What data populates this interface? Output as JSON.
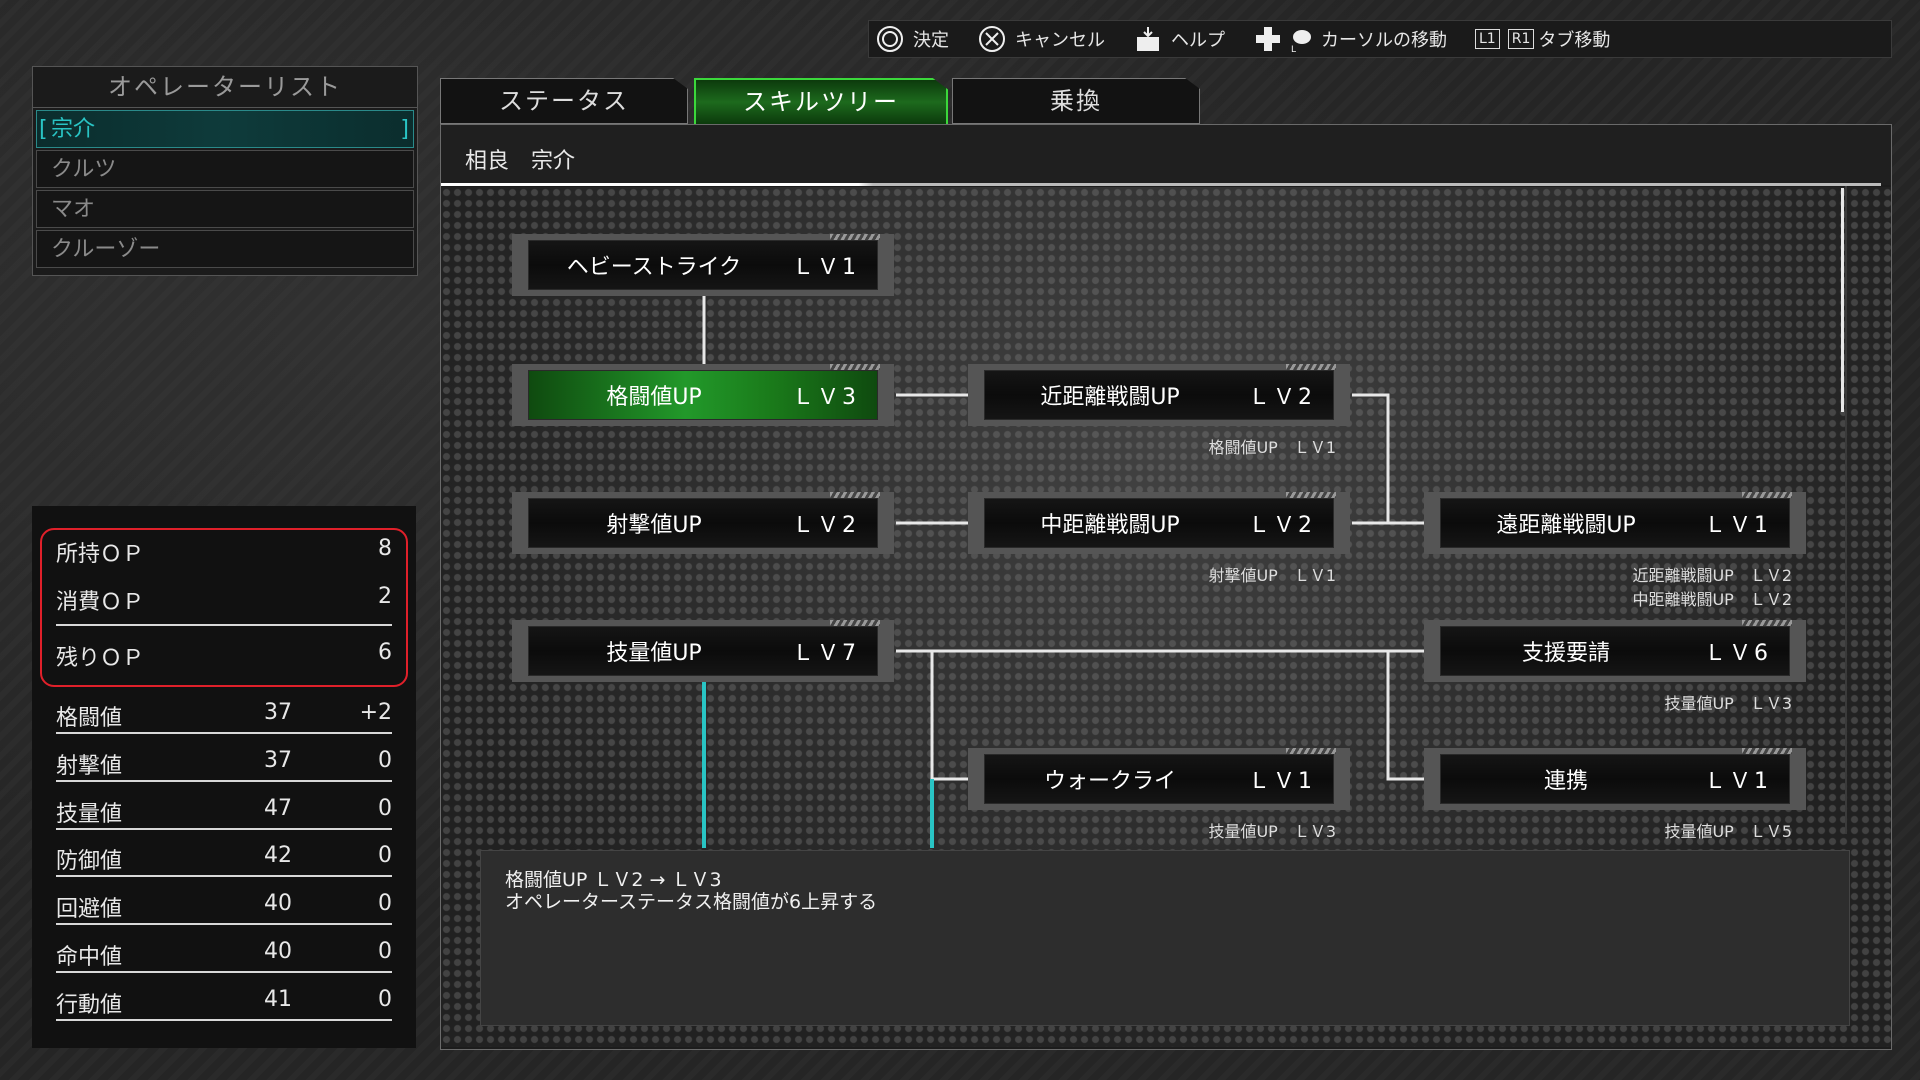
{
  "help_bar": {
    "items": [
      {
        "icon": "circle-button-icon",
        "label": "決定"
      },
      {
        "icon": "cross-button-icon",
        "label": "キャンセル"
      },
      {
        "icon": "touchpad-icon",
        "label": "ヘルプ"
      },
      {
        "icon": "dpad-icon",
        "icon2": "left-stick-icon",
        "label": "カーソルの移動"
      },
      {
        "key1": "L1",
        "key2": "R1",
        "label": "タブ移動"
      }
    ]
  },
  "operator_list": {
    "title": "オペレーターリスト",
    "items": [
      "宗介",
      "クルツ",
      "マオ",
      "クルーゾー"
    ],
    "selected_index": 0
  },
  "op_points": {
    "owned_label": "所持ＯＰ",
    "owned_value": "8",
    "used_label": "消費ＯＰ",
    "used_value": "2",
    "remaining_label": "残りＯＰ",
    "remaining_value": "6"
  },
  "stats": [
    {
      "name": "格闘値",
      "value": "37",
      "bonus": "+2"
    },
    {
      "name": "射撃値",
      "value": "37",
      "bonus": "0"
    },
    {
      "name": "技量値",
      "value": "47",
      "bonus": "0"
    },
    {
      "name": "防御値",
      "value": "42",
      "bonus": "0"
    },
    {
      "name": "回避値",
      "value": "40",
      "bonus": "0"
    },
    {
      "name": "命中値",
      "value": "40",
      "bonus": "0"
    },
    {
      "name": "行動値",
      "value": "41",
      "bonus": "0"
    }
  ],
  "tabs": [
    {
      "label": "ステータス",
      "active": false
    },
    {
      "label": "スキルツリー",
      "active": true
    },
    {
      "label": "乗換",
      "active": false
    }
  ],
  "character_name": "相良　宗介",
  "skills": {
    "heavy_strike": {
      "name": "ヘビーストライク",
      "lv": "ＬＶ1"
    },
    "melee_up": {
      "name": "格闘値UP",
      "lv": "ＬＶ3"
    },
    "close_combat_up": {
      "name": "近距離戦闘UP",
      "lv": "ＬＶ2",
      "req": "格闘値UP　ＬＶ1"
    },
    "shooting_up": {
      "name": "射撃値UP",
      "lv": "ＬＶ2"
    },
    "mid_combat_up": {
      "name": "中距離戦闘UP",
      "lv": "ＬＶ2",
      "req": "射撃値UP　ＬＶ1"
    },
    "long_combat_up": {
      "name": "遠距離戦闘UP",
      "lv": "ＬＶ1",
      "req1": "近距離戦闘UP　ＬＶ2",
      "req2": "中距離戦闘UP　ＬＶ2"
    },
    "skill_up": {
      "name": "技量値UP",
      "lv": "ＬＶ7"
    },
    "support_request": {
      "name": "支援要請",
      "lv": "ＬＶ6",
      "req": "技量値UP　ＬＶ3"
    },
    "war_cry": {
      "name": "ウォークライ",
      "lv": "ＬＶ1",
      "req": "技量値UP　ＬＶ3"
    },
    "coordination": {
      "name": "連携",
      "lv": "ＬＶ1",
      "req": "技量値UP　ＬＶ5"
    }
  },
  "description": {
    "line1": "格闘値UP ＬＶ2 → ＬＶ3",
    "line2": "オペレーターステータス格闘値が6上昇する"
  },
  "colors": {
    "selected_green": "#22992a",
    "highlight_cyan": "#29c4c4",
    "op_box_red": "#e0202a"
  }
}
